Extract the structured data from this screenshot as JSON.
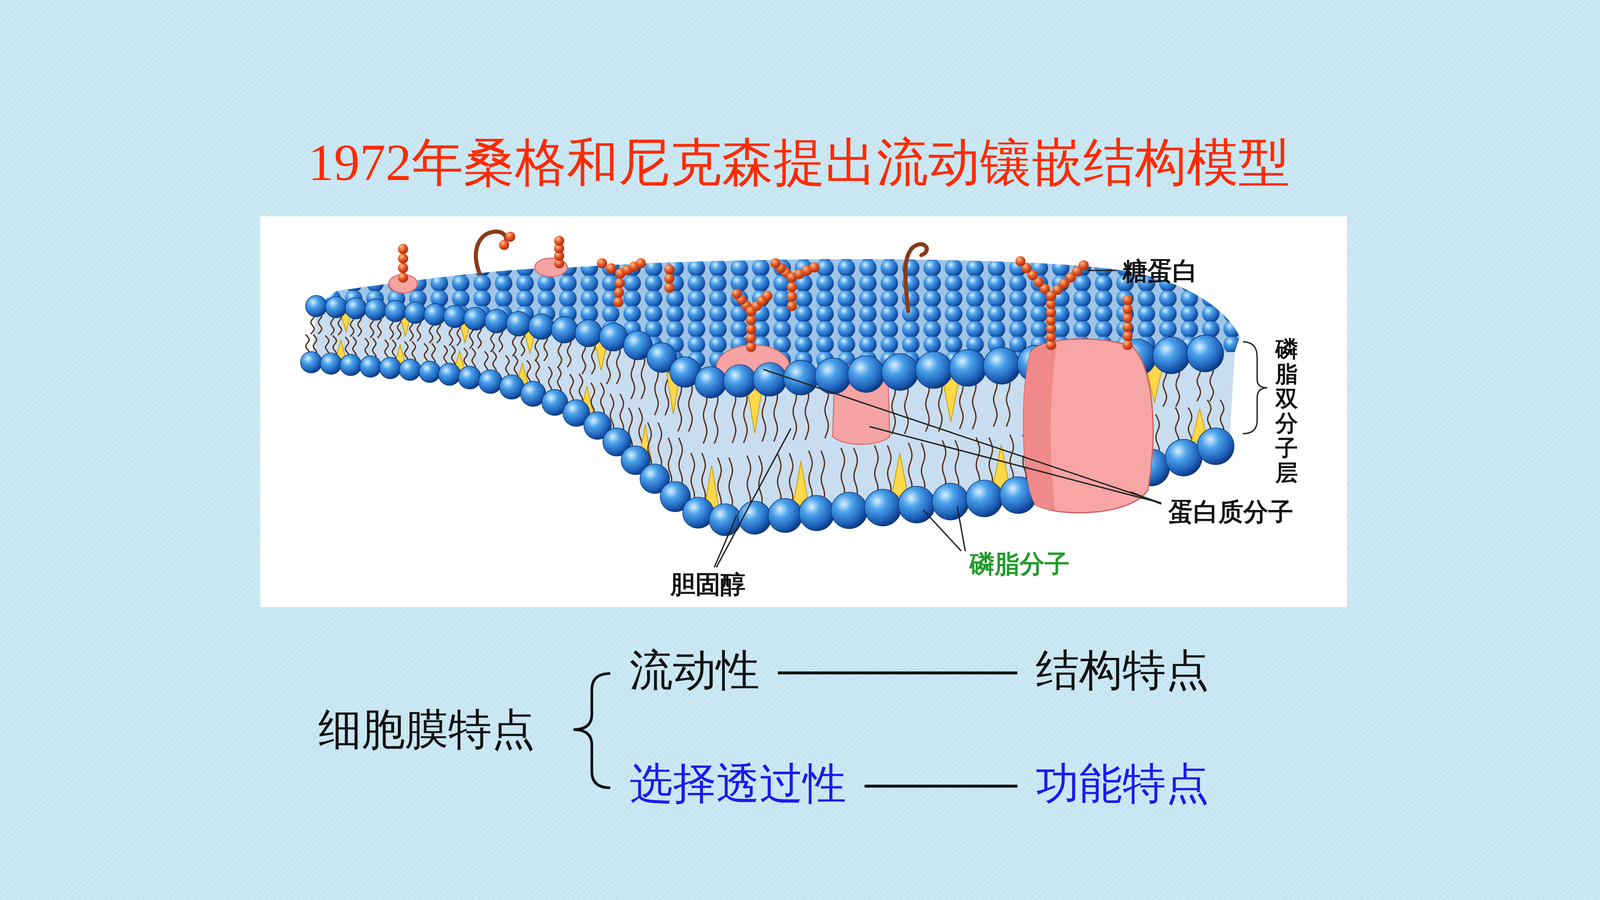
{
  "diagram": {
    "title": "1972年桑格和尼克森提出流动镶嵌结构模型",
    "nodes": [
      {
        "text": [
          "细胞膜特点"
        ]
      },
      {
        "text": [
          "流动性"
        ]
      },
      {
        "text": [
          "结构特点"
        ]
      },
      {
        "text": [
          "选择透过性"
        ]
      },
      {
        "text": [
          "功能特点"
        ]
      }
    ],
    "edges": [
      {
        "from": 1,
        "to": 2,
        "arrow": "none"
      },
      {
        "from": 3,
        "to": 4,
        "arrow": "none"
      }
    ],
    "labels": [
      "糖蛋白",
      "磷脂双分子层",
      "蛋白质分子",
      "磷脂分子",
      "胆固醇"
    ]
  }
}
